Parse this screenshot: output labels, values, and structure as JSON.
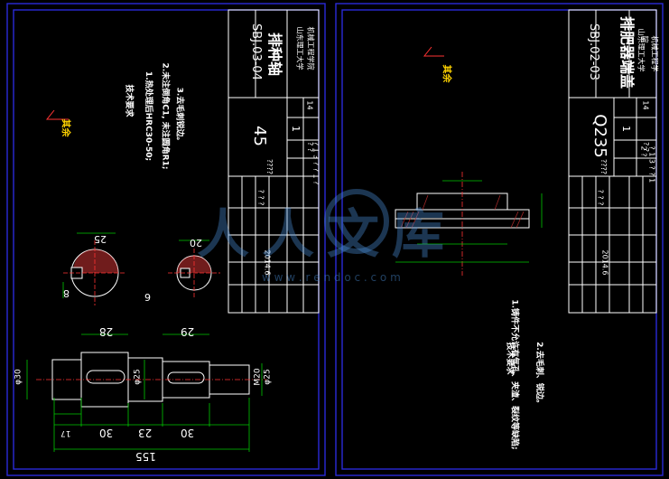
{
  "left_sheet": {
    "drawing_no": "SBJ.03-04",
    "part_name": "排种轴",
    "school": "山东理工大学",
    "dept": "机械工程学院",
    "material": "45",
    "scale": "1",
    "sheets": "14",
    "date": "2014.6",
    "q1": "? ?",
    "q2": "? 1 3 ? ? 1 ?",
    "q3": "????",
    "q4": "? ? ?",
    "other_mark": "其余",
    "tech_title": "技术要求",
    "tech_req_1": "1.热处理后HRC30-50;",
    "tech_req_2": "2.未注倒角C1, 未注圆角R1;",
    "tech_req_3": "3.去毛刺锐边。",
    "dims": {
      "d_top1": "25",
      "d_top2": "20",
      "sec_w1": "8",
      "sec_w2": "6",
      "len_total": "155",
      "len_17": "17",
      "len_30a": "30",
      "len_23": "23",
      "len_30b": "30",
      "len_28": "28",
      "len_29": "29",
      "dia_30": "φ30",
      "dia_25": "φ25",
      "dia_25b": "φ25",
      "thread": "M20"
    }
  },
  "right_sheet": {
    "drawing_no": "SBJ.02-03",
    "part_name": "排肥器端盖",
    "school": "山东理工大学",
    "dept": "机械工程学院",
    "material": "Q235",
    "scale": "1",
    "sheets": "14",
    "date": "2014.6",
    "q1": "? ?",
    "q2": "? 1 3 ? ? 1 2 ?",
    "q3": "????",
    "q4": "? ? ?",
    "other_mark": "其余",
    "tech_title": "技术要求",
    "tech_req_1": "1.铸件不允许有气孔、夹渣、裂纹等缺陷;",
    "tech_req_2": "2.去毛刺、锐边。"
  },
  "watermark": {
    "text": "人人文库",
    "url": "w w w . r e n d o c . c o m"
  }
}
